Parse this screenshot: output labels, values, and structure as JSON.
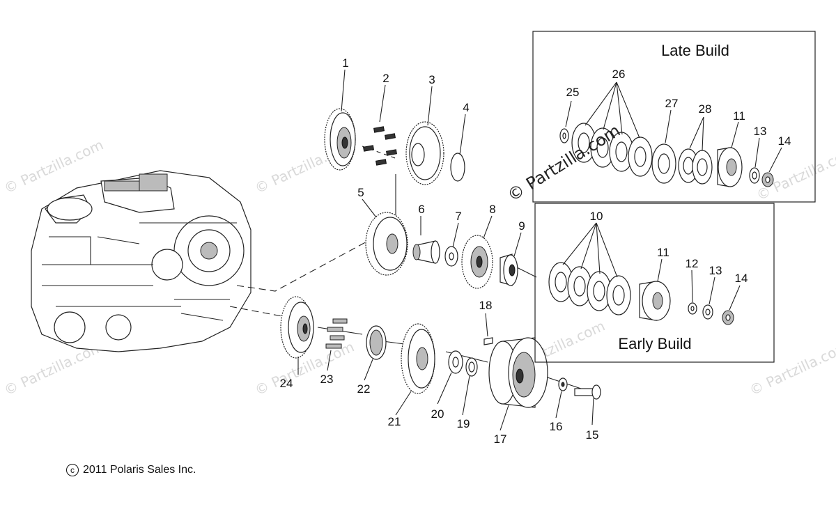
{
  "watermark": "© Partzilla.com",
  "center_watermark": "© Partzilla.com",
  "copyright": "2011 Polaris Sales Inc.",
  "copyright_symbol": "c",
  "late_build": {
    "title": "Late Build",
    "callouts": [
      "25",
      "26",
      "27",
      "28",
      "11",
      "13",
      "14"
    ]
  },
  "early_build": {
    "title": "Early Build",
    "callouts": [
      "10",
      "11",
      "12",
      "13",
      "14"
    ]
  },
  "main_callouts": [
    "1",
    "2",
    "3",
    "4",
    "5",
    "6",
    "7",
    "8",
    "9",
    "15",
    "16",
    "17",
    "18",
    "19",
    "20",
    "21",
    "22",
    "23",
    "24"
  ]
}
